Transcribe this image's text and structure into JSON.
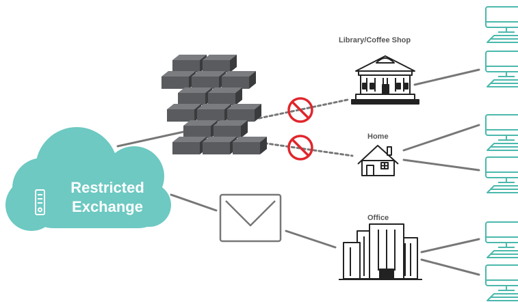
{
  "cloud": {
    "line1": "Restricted",
    "line2": "Exchange",
    "icon": "server-icon"
  },
  "locations": {
    "library": {
      "label": "Library/Coffee Shop",
      "icon": "library-building-icon"
    },
    "home": {
      "label": "Home",
      "icon": "house-icon"
    },
    "office": {
      "label": "Office",
      "icon": "office-building-icon"
    }
  },
  "icons": {
    "firewall": "brick-wall-firewall-icon",
    "blocked": "no-entry-icon",
    "mail": "envelope-icon",
    "computer": "desktop-computer-icon"
  },
  "colors": {
    "cloud": "#6dc9c2",
    "blocked": "#e0262c",
    "computer": "#4ab8ac",
    "connector": "#777777",
    "brick_front": "#595b5e",
    "brick_top": "#7a7c80",
    "brick_side": "#3a3b3d"
  }
}
